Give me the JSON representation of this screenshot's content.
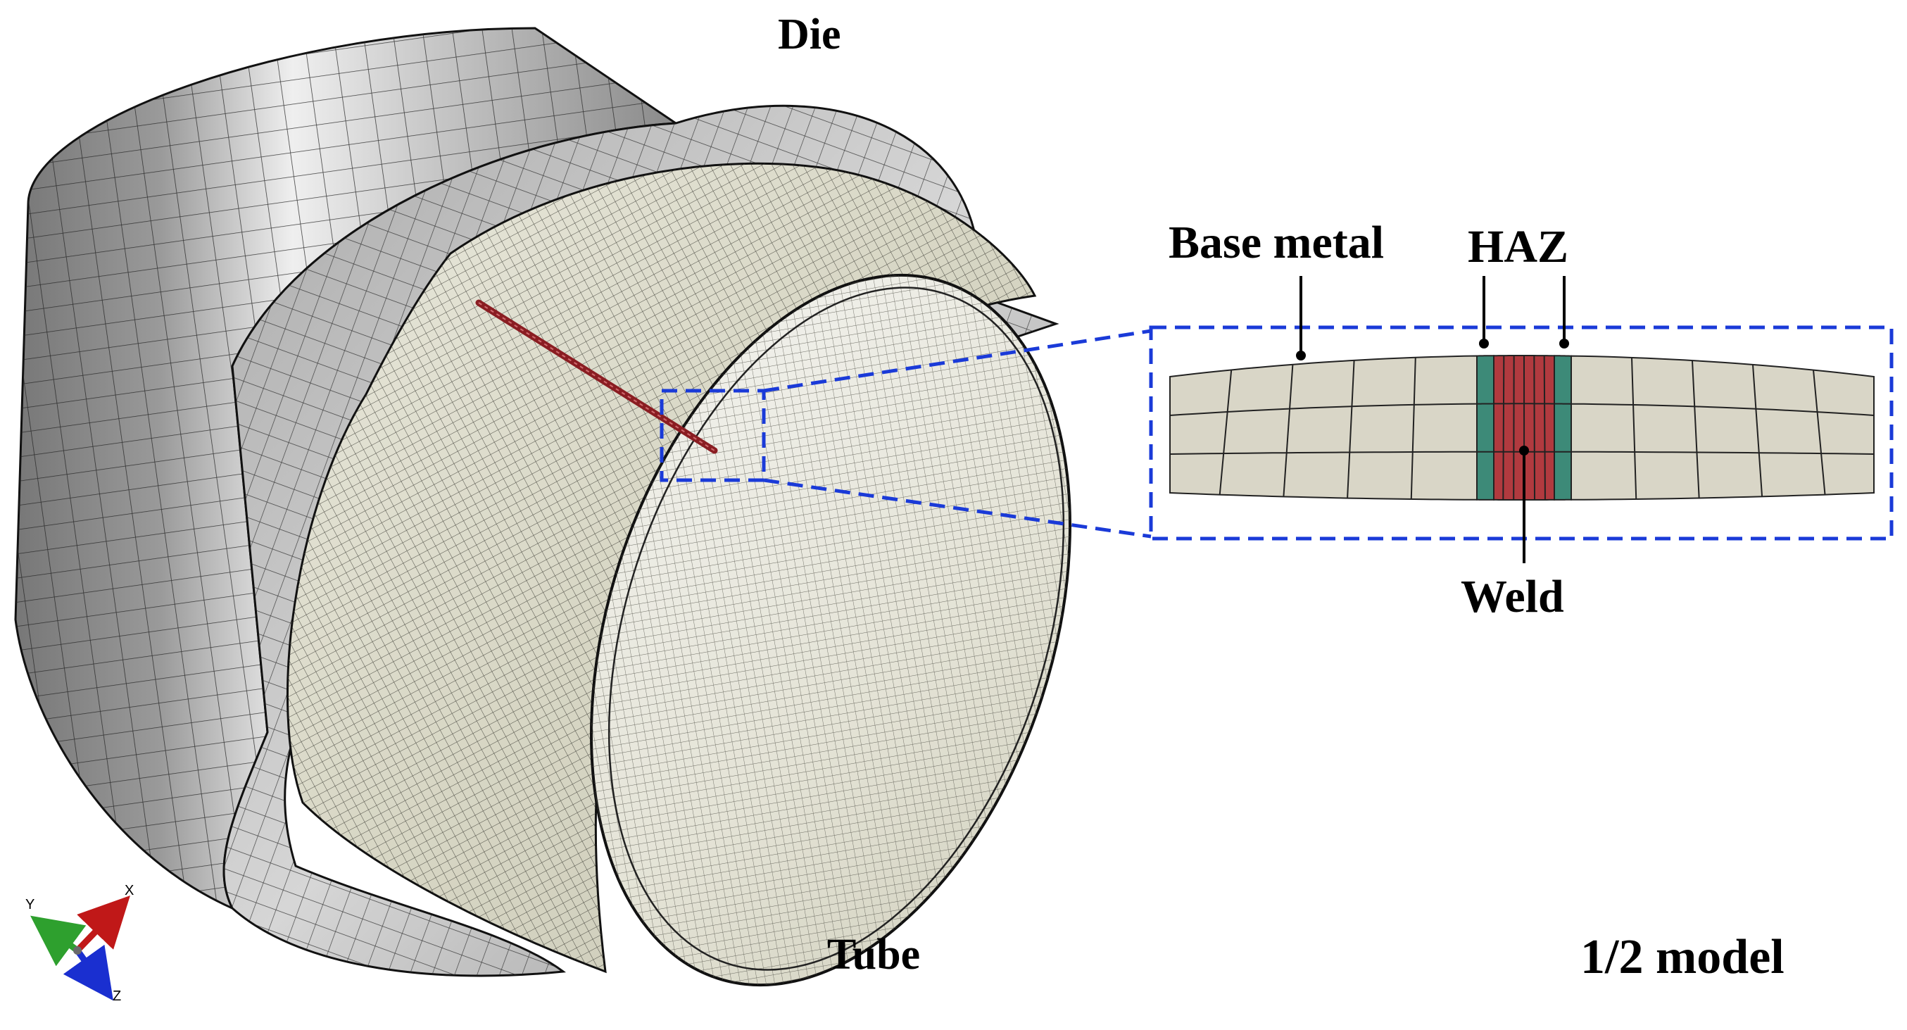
{
  "labels": {
    "die": "Die",
    "tube": "Tube",
    "base_metal": "Base metal",
    "haz": "HAZ",
    "weld": "Weld",
    "model": "1/2 model"
  },
  "triad": {
    "x": "X",
    "y": "Y",
    "z": "Z"
  },
  "colors": {
    "die_shade_dark": "#6e6e6e",
    "die_shade_light": "#f2f2f2",
    "tube_surface": "#dddccb",
    "weld_red": "#b13a3f",
    "haz_green": "#3d8a78",
    "base_metal_fill": "#d9d6c7",
    "zoom_box": "#1a3ad8",
    "axis_x": "#c01818",
    "axis_y": "#2ea02e",
    "axis_z": "#1a2fd0"
  }
}
